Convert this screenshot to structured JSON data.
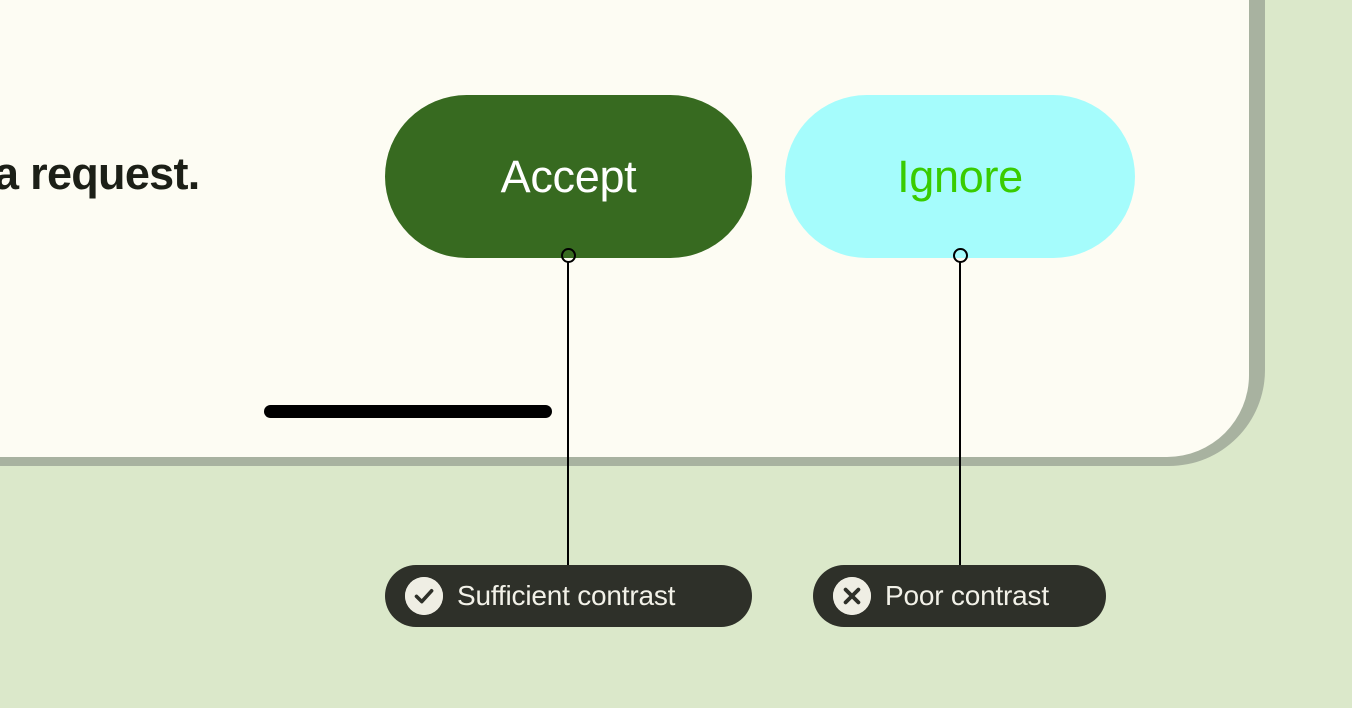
{
  "palette": {
    "page_background": "#dbe8ca",
    "phone_border": "#a8b2a0",
    "phone_screen": "#fdfcf3",
    "card_background": "#edf0e7",
    "accept_button_background": "#376a20",
    "accept_button_text": "#ffffff",
    "ignore_button_background": "#a5fcfc",
    "ignore_button_text": "#39cc00",
    "callout_background": "#2e3029",
    "callout_text": "#f2f1e8",
    "callout_icon_background": "#efeee4",
    "message_text": "#1c1f17",
    "connector_line": "#000000",
    "home_indicator": "#000000"
  },
  "message": {
    "text": "a request."
  },
  "actions": {
    "accept_label": "Accept",
    "ignore_label": "Ignore"
  },
  "annotations": [
    {
      "icon": "check-circle-icon",
      "label": "Sufficient contrast",
      "target": "Accept"
    },
    {
      "icon": "x-circle-icon",
      "label": "Poor contrast",
      "target": "Ignore"
    }
  ],
  "system": {
    "home_indicator": "home-indicator-bar"
  }
}
